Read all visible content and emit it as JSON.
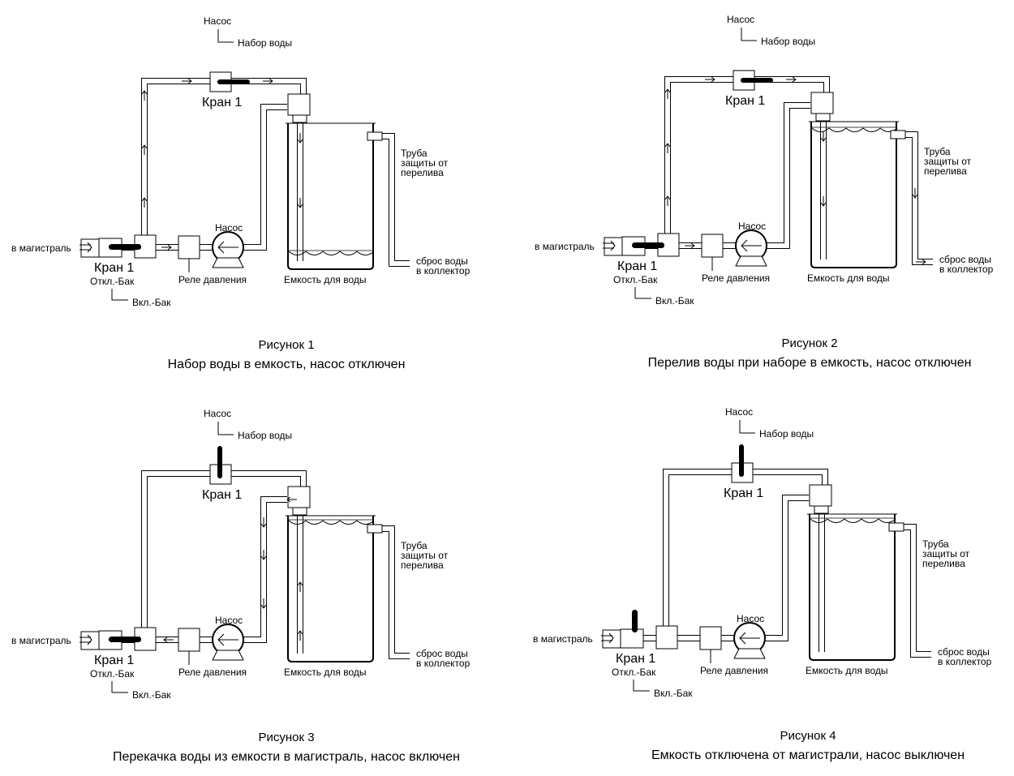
{
  "labels": {
    "pump_top": "Насос",
    "fill": "Набор воды",
    "valve": "Кран 1",
    "pump": "Насос",
    "pressure_relay": "Реле давления",
    "tank": "Емкость для  воды",
    "overflow_line1": "Труба",
    "overflow_line2": "защиты от",
    "overflow_line3": "перелива",
    "drain_line1": "сброс воды",
    "drain_line2": "в коллектор",
    "main": "в магистраль",
    "off_tank": "Откл.-Бак",
    "on_tank": "Вкл.-Бак"
  },
  "figures": [
    {
      "number": "Рисунок 1",
      "caption": "Набор воды в емкость, насос отключен",
      "water_level": "low",
      "valve_top_state": "open",
      "valve_bottom_state": "open",
      "overflow_active": false,
      "flow": "fill"
    },
    {
      "number": "Рисунок 2",
      "caption": "Перелив воды при наборе в емкость, насос отключен",
      "water_level": "full",
      "valve_top_state": "open",
      "valve_bottom_state": "open",
      "overflow_active": true,
      "flow": "overflow"
    },
    {
      "number": "Рисунок 3",
      "caption": "Перекачка воды из емкости в магистраль, насос включен",
      "water_level": "high",
      "valve_top_state": "closed",
      "valve_bottom_state": "open",
      "overflow_active": false,
      "flow": "pump"
    },
    {
      "number": "Рисунок 4",
      "caption": "Емкость отключена от магистрали, насос выключен",
      "water_level": "high",
      "valve_top_state": "closed",
      "valve_bottom_state": "closed",
      "overflow_active": false,
      "flow": "none"
    }
  ]
}
